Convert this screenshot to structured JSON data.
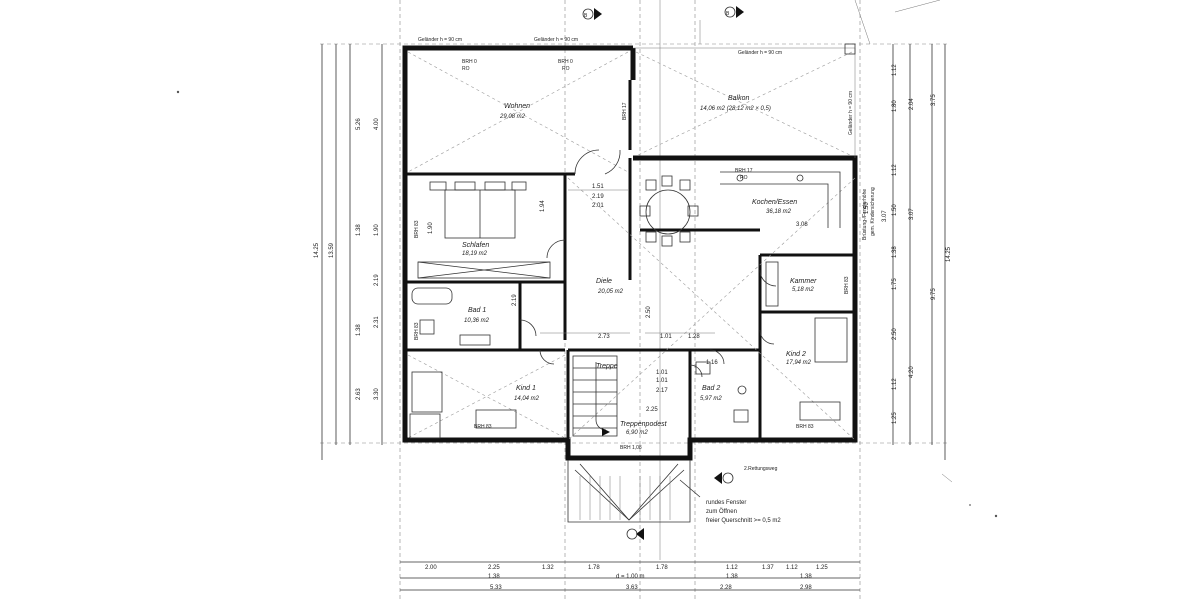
{
  "rooms": [
    {
      "name": "Wohnen",
      "area": "29,08 m2"
    },
    {
      "name": "Balkon",
      "area": "14,06 m2 (28,12 m2 × 0,5)"
    },
    {
      "name": "Schlafen",
      "area": "18,19 m2"
    },
    {
      "name": "Kochen/Essen",
      "area": "36,18 m2"
    },
    {
      "name": "Diele",
      "area": "20,05 m2"
    },
    {
      "name": "Bad 1",
      "area": "10,36 m2"
    },
    {
      "name": "Kammer",
      "area": "5,18 m2"
    },
    {
      "name": "Kind 2",
      "area": "17,94 m2"
    },
    {
      "name": "Kind 1",
      "area": "14,04 m2"
    },
    {
      "name": "Bad 2",
      "area": "5,97 m2"
    },
    {
      "name": "Treppe",
      "area": ""
    },
    {
      "name": "Treppenpodest",
      "area": "6,90 m2"
    }
  ],
  "labels": {
    "gelaender_1": "Geländer h = 90 cm",
    "gelaender_2": "Geländer h = 90 cm",
    "gelaender_3": "Geländer h = 90 cm",
    "gelaender_right": "Geländer h = 90 cm",
    "brh_0_a": "BRH 0",
    "brh_0_b": "BRH 0",
    "brh_17_a": "BRH 17",
    "brh_17_b": "BRH 17",
    "brh_83_a": "BRH 83",
    "brh_83_b": "BRH 83",
    "brh_83_c": "BRH 83",
    "brh_83_d": "BRH 83",
    "brh_83_e": "BRH 83",
    "brh_108": "BRH 1,08",
    "ro": "RO",
    "rettungsweg": "2.Rettungsweg",
    "fenster_1": "rundes Fenster",
    "fenster_2": "zum Öffnen",
    "fenster_3": "freier Querschnitt >= 0,5 m2",
    "bruestung": "Brüstung-/Fensterhöhe",
    "bruestung_2": "gem. Kindersicherung",
    "section_mark": "B"
  },
  "dims_inner": [
    "1.51",
    "2.19",
    "2.01",
    "2.73",
    "1.01",
    "1.28",
    "2.50",
    "3.08",
    "1.01",
    "2.17",
    "2.25",
    "1.01",
    "1.16",
    "1.90",
    "1.94",
    "2.19",
    "1.50",
    "3.07"
  ],
  "dims_bottom_1": [
    "2.00",
    "2.25",
    "1.32",
    "1.78",
    "1.78",
    "1.12",
    "1.37",
    "1.12",
    "1.25"
  ],
  "dims_bottom_2": [
    "1.38",
    "d = 1.00 m",
    "1.38",
    "1.38"
  ],
  "dims_bottom_3": [
    "5.33",
    "3.63",
    "2.28",
    "2.98"
  ],
  "dims_left_1": [
    "4.00",
    "1.90",
    "2.19",
    "2.31",
    "3.30"
  ],
  "dims_left_2": [
    "5.26",
    "1.38",
    "1.38",
    "2.63"
  ],
  "dims_left_3": [
    "13.59",
    "14.25"
  ],
  "dims_right_1": [
    "1.12",
    "1.80",
    "1.12",
    "1.50",
    "1.38",
    "1.75",
    "2.50",
    "1.12",
    "1.25"
  ],
  "dims_right_2": [
    "2.04",
    "3.07",
    "4.20"
  ],
  "dims_right_3": [
    "3.75",
    "9.75",
    "14.25"
  ]
}
